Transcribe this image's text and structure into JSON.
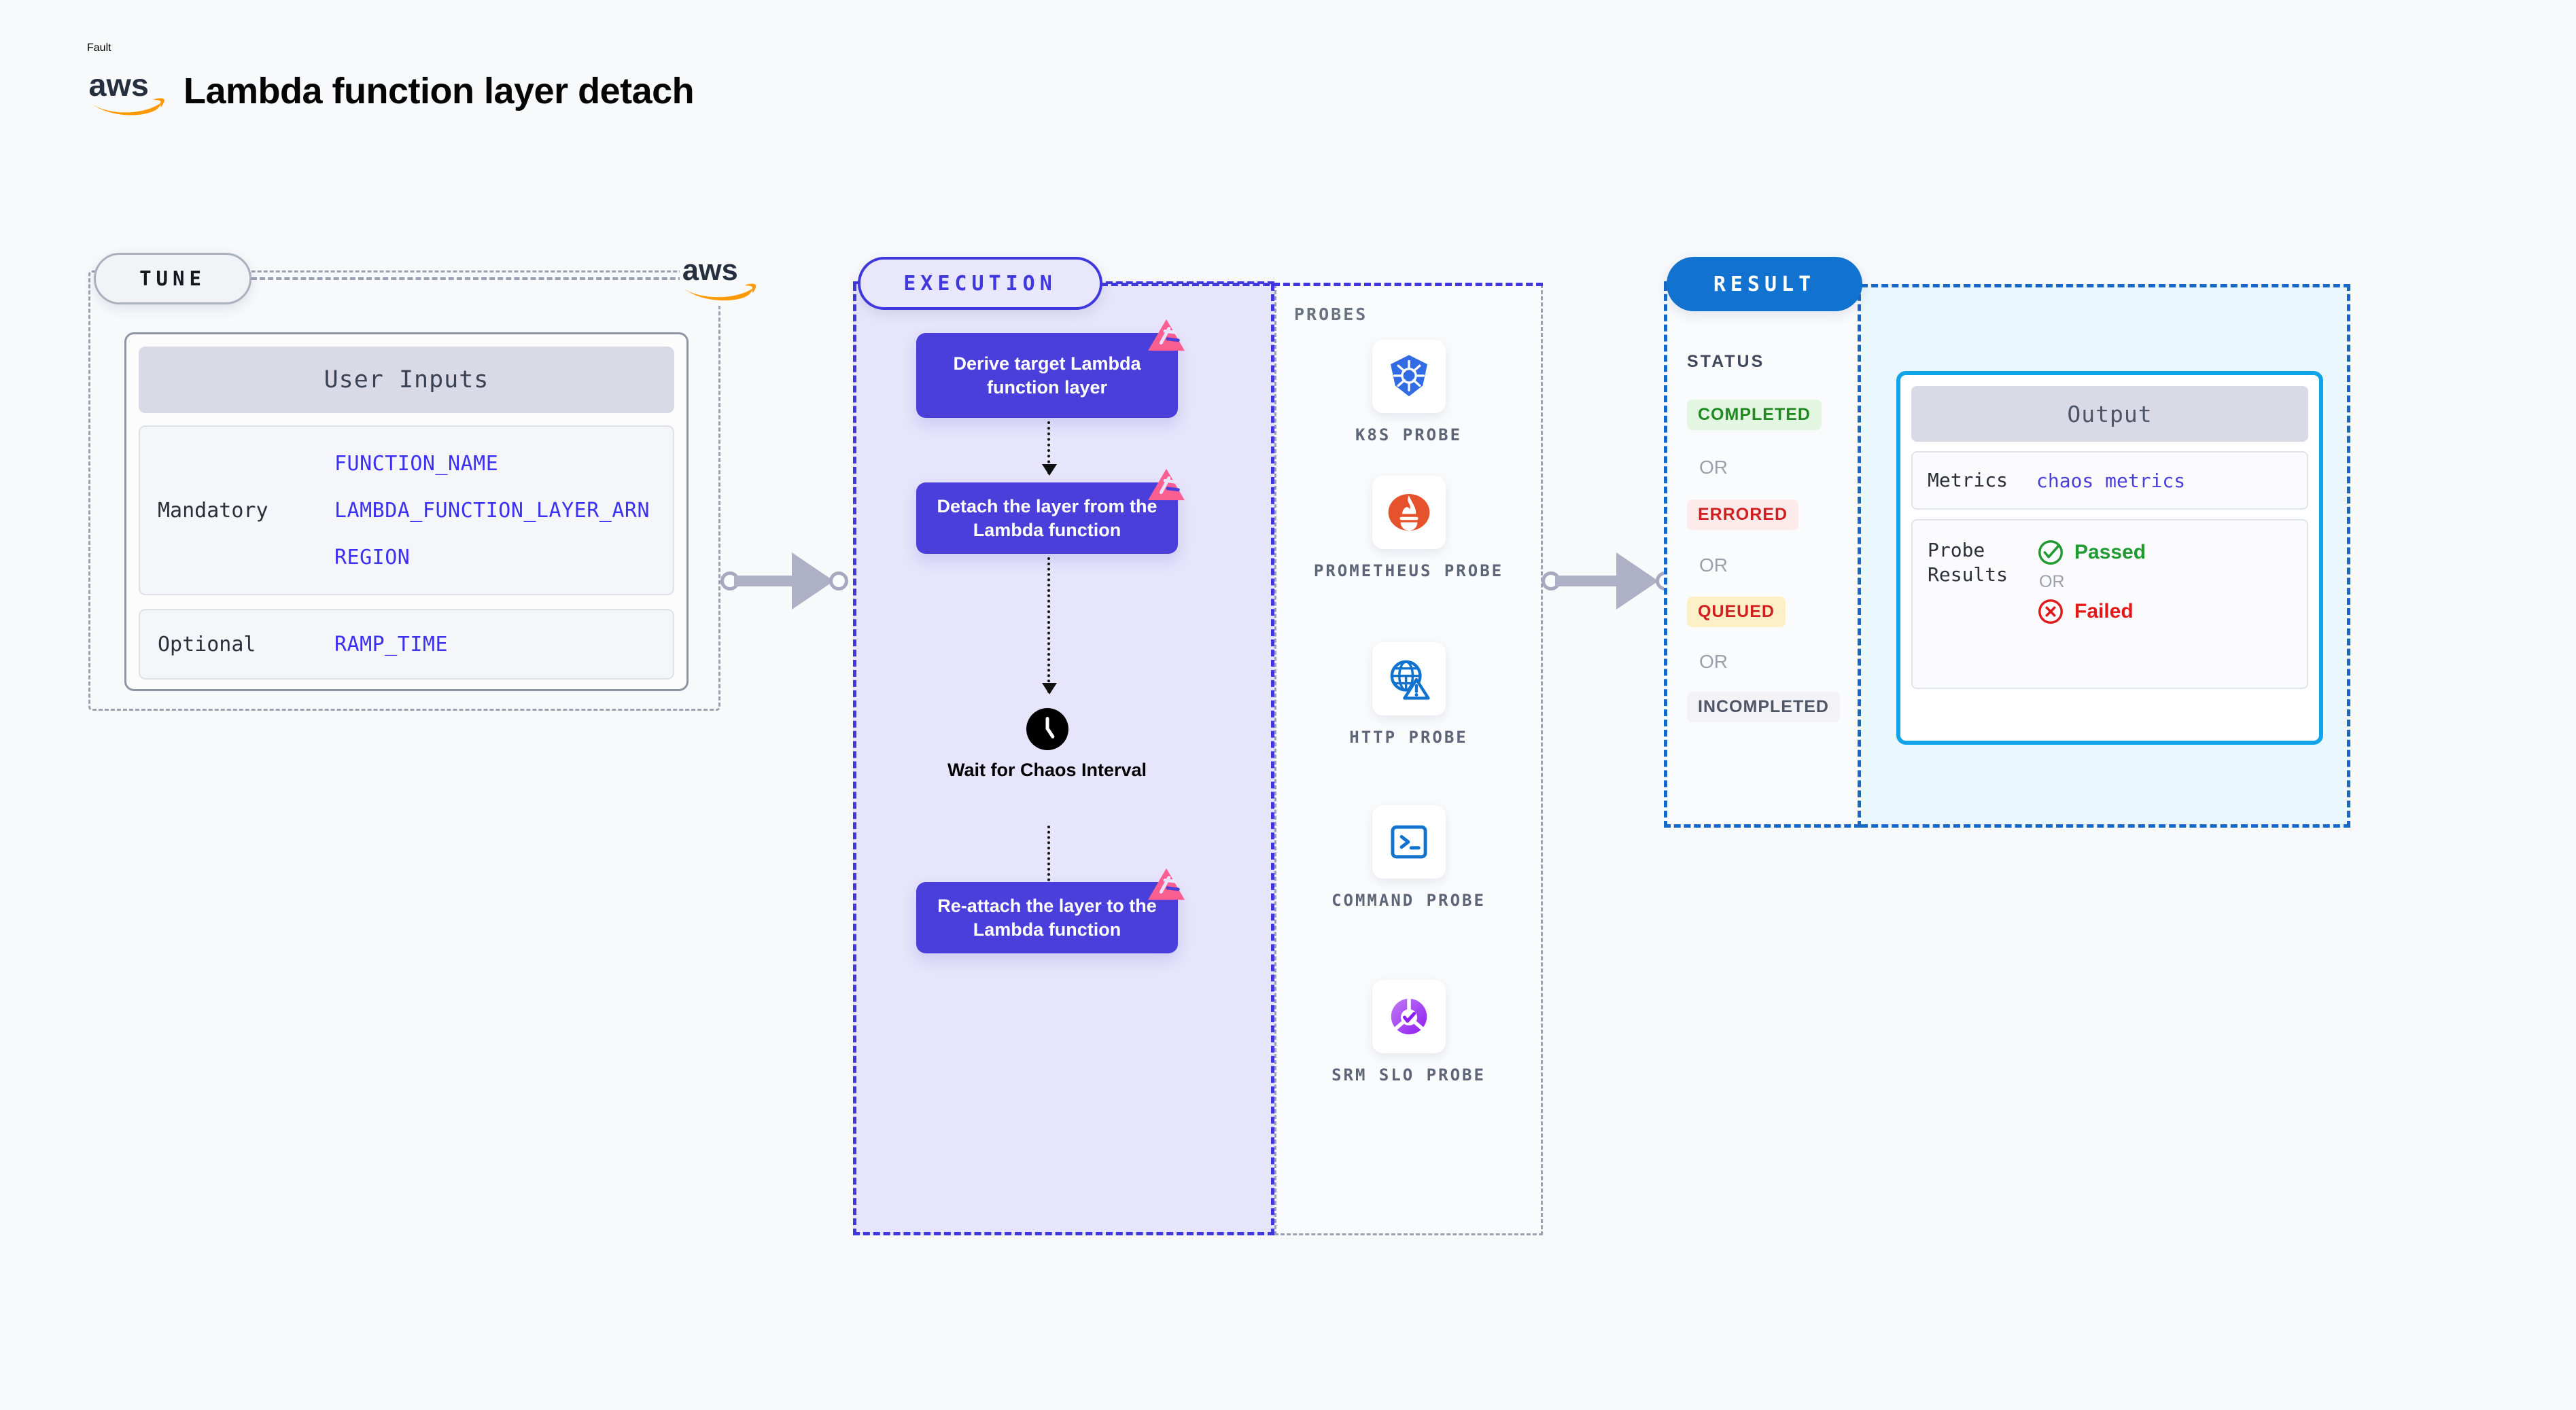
{
  "header": {
    "kicker": "Fault",
    "title": "Lambda function layer detach",
    "provider_icon": "aws-logo"
  },
  "tune": {
    "label": "TUNE",
    "provider_icon": "aws-logo",
    "card_title": "User Inputs",
    "groups": [
      {
        "key": "Mandatory",
        "values": [
          "FUNCTION_NAME",
          "LAMBDA_FUNCTION_LAYER_ARN",
          "REGION"
        ]
      },
      {
        "key": "Optional",
        "values": [
          "RAMP_TIME"
        ]
      }
    ]
  },
  "execution": {
    "label": "EXECUTION",
    "steps": [
      {
        "text": "Derive target Lambda function layer",
        "badge_icon": "chaos-icon"
      },
      {
        "text": "Detach the layer from the Lambda function",
        "badge_icon": "chaos-icon"
      },
      {
        "text": "Re-attach the layer to the Lambda function",
        "badge_icon": "chaos-icon"
      }
    ],
    "wait": {
      "icon": "clock-icon",
      "text": "Wait for Chaos Interval"
    }
  },
  "probes": {
    "title": "PROBES",
    "items": [
      {
        "label": "K8S PROBE",
        "icon": "kubernetes-icon"
      },
      {
        "label": "PROMETHEUS PROBE",
        "icon": "prometheus-icon"
      },
      {
        "label": "HTTP PROBE",
        "icon": "http-globe-warning-icon"
      },
      {
        "label": "COMMAND PROBE",
        "icon": "terminal-icon"
      },
      {
        "label": "SRM SLO PROBE",
        "icon": "srm-slo-icon"
      }
    ]
  },
  "result": {
    "label": "RESULT",
    "status_title": "STATUS",
    "or_label": "OR",
    "statuses": [
      {
        "text": "COMPLETED",
        "bg": "#e3f6e2",
        "fg": "#1f8a20"
      },
      {
        "text": "ERRORED",
        "bg": "#fdeaea",
        "fg": "#cf1f20"
      },
      {
        "text": "QUEUED",
        "bg": "#fdf0c6",
        "fg": "#cf1f20"
      },
      {
        "text": "INCOMPLETED",
        "bg": "#f2f2f7",
        "fg": "#4f5666"
      }
    ],
    "output": {
      "title": "Output",
      "metrics_key": "Metrics",
      "metrics_value": "chaos metrics",
      "probe_results_key": "Probe Results",
      "passed": {
        "text": "Passed",
        "icon": "check-circle-icon",
        "color": "#1f9a30"
      },
      "or_label": "OR",
      "failed": {
        "text": "Failed",
        "icon": "x-circle-icon",
        "color": "#e01a1a"
      }
    }
  },
  "colors": {
    "page_bg": "#f8f9fb",
    "tune_border": "#9aa2b1",
    "execution_accent": "#4038dd",
    "execution_bg": "#e6e5fb",
    "step_bg": "#4a3fdb",
    "result_accent": "#1668c8",
    "output_accent": "#12a4e8",
    "output_bg": "#eaf8fe",
    "mono_value": "#3c31f0",
    "chaos_pink": "#fb5e91"
  }
}
